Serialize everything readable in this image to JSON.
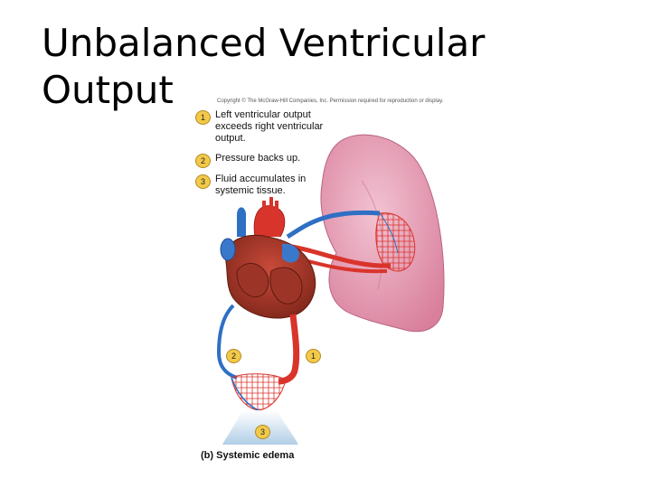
{
  "title": {
    "line1": "Unbalanced Ventricular",
    "line2": "Output"
  },
  "figure": {
    "copyright": "Copyright © The McGraw-Hill Companies, Inc. Permission required for reproduction or display.",
    "steps": [
      {
        "number": "1",
        "text": "Left ventricular output exceeds right ventricular output."
      },
      {
        "number": "2",
        "text": "Pressure backs up."
      },
      {
        "number": "3",
        "text": "Fluid accumulates in systemic tissue."
      }
    ],
    "callouts": [
      "2",
      "1",
      "3"
    ],
    "caption_label": "(b)",
    "caption_text": "Systemic edema",
    "colors": {
      "marker": "#f3c94a",
      "artery": "#d9342b",
      "vein": "#2f6fc4",
      "lung": "#e7a1b6",
      "edema": "#bcd6ea"
    }
  }
}
